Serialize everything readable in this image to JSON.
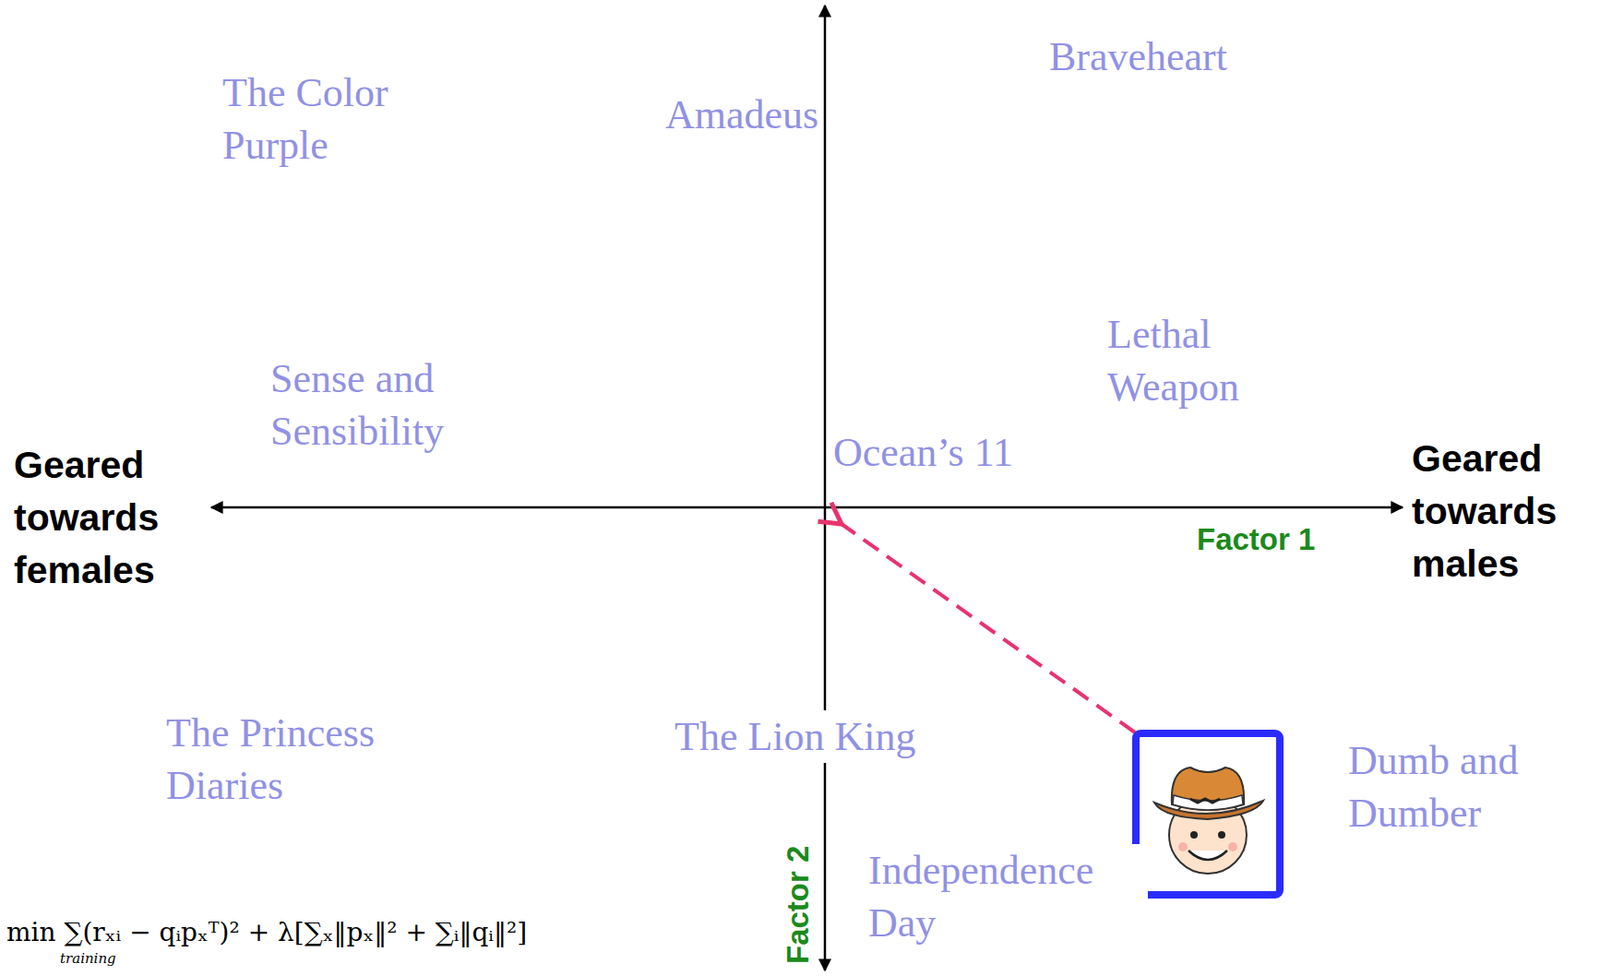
{
  "diagram": {
    "labels": [
      "The Color Purple",
      "Amadeus",
      "Braveheart",
      "Lethal Weapon",
      "Sense and Sensibility",
      "Ocean’s 11",
      "Geared towards females",
      "Geared towards males",
      "Factor 1",
      "The Princess Diaries",
      "The Lion King",
      "Dumb and Dumber",
      "Independence Day",
      "Factor 2",
      "min ∑(rₓᵢ − qᵢpₓᵀ)² + λ[∑ₓ‖pₓ‖² + ∑ᵢ‖qᵢ‖²]",
      "training"
    ]
  }
}
